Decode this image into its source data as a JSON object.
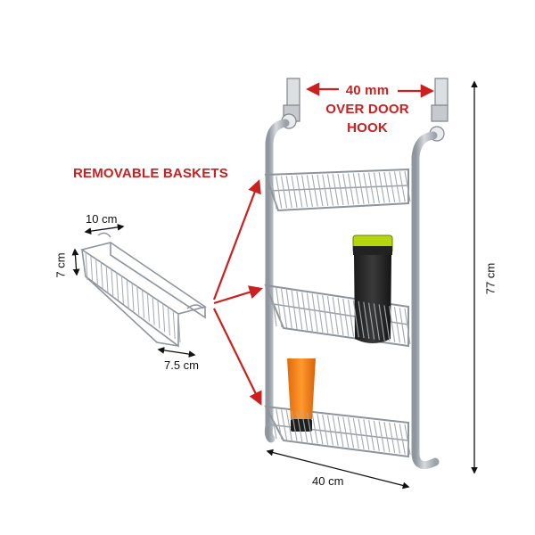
{
  "labels": {
    "removable_baskets": "REMOVABLE BASKETS",
    "hook_gap": "40 mm",
    "over_door": "OVER DOOR",
    "hook": "HOOK",
    "basket_length": "10 cm",
    "basket_height": "7 cm",
    "basket_depth": "7.5 cm",
    "total_height": "77 cm",
    "total_width": "40 cm"
  },
  "colors": {
    "accent": "#cc1f1f",
    "frame": "#b9bec4",
    "frame_dark": "#8d949b",
    "wire": "#9aa1a8",
    "bottle_body": "#2a2a2a",
    "bottle_cap": "#b5d60f",
    "tube_orange": "#f07c12"
  }
}
